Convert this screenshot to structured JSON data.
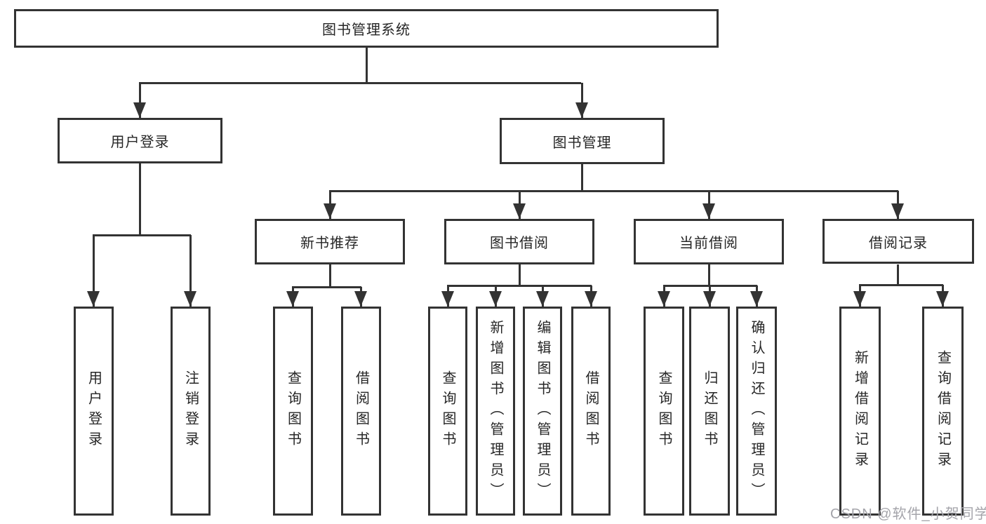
{
  "colors": {
    "line": "#333333",
    "text": "#262626",
    "background": "#ffffff",
    "watermark": "#a4a4aa"
  },
  "tree": {
    "root": {
      "label": "图书管理系统",
      "children": [
        {
          "label": "用户登录",
          "children": [
            {
              "label": "用户登录"
            },
            {
              "label": "注销登录"
            }
          ]
        },
        {
          "label": "图书管理",
          "children": [
            {
              "label": "新书推荐",
              "children": [
                {
                  "label": "查询图书"
                },
                {
                  "label": "借阅图书"
                }
              ]
            },
            {
              "label": "图书借阅",
              "children": [
                {
                  "label": "查询图书"
                },
                {
                  "label": "新增图书（管理员）"
                },
                {
                  "label": "编辑图书（管理员）"
                },
                {
                  "label": "借阅图书"
                }
              ]
            },
            {
              "label": "当前借阅",
              "children": [
                {
                  "label": "查询图书"
                },
                {
                  "label": "归还图书"
                },
                {
                  "label": "确认归还（管理员）"
                }
              ]
            },
            {
              "label": "借阅记录",
              "children": [
                {
                  "label": "新增借阅记录"
                },
                {
                  "label": "查询借阅记录"
                }
              ]
            }
          ]
        }
      ]
    }
  },
  "watermark": {
    "text": "CSDN @软件_小贺同学"
  }
}
